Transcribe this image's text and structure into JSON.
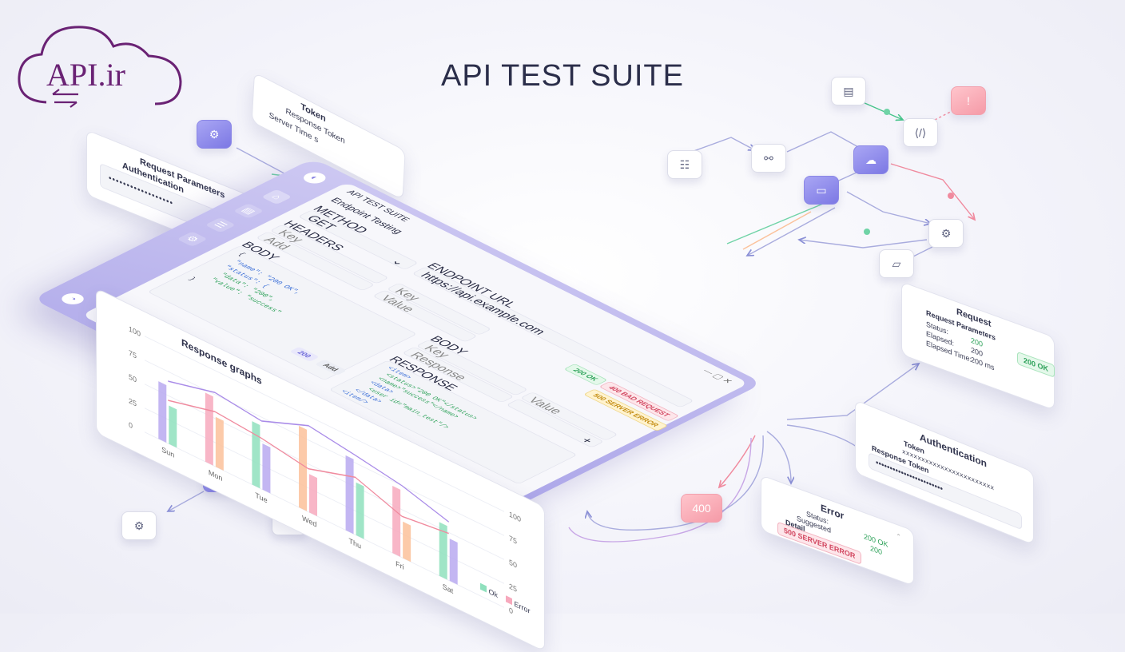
{
  "logo": {
    "text": "API.ir"
  },
  "page_title": "API TEST SUITE",
  "window": {
    "title": "API TEST SUITE",
    "heading": "Endpoint Testing",
    "method_label": "METHOD",
    "method_value": "GET",
    "endpoint_label": "ENDPOINT URL",
    "endpoint_value": "https://api.example.com",
    "headers_label": "HEADERS",
    "header_key": "Key",
    "header_add": "Add",
    "body_label": "BODY",
    "body_json_lines": [
      "{",
      "\"name\": \"200 OK\",",
      "\"status\": {",
      "\"data\": \"200\",",
      "\"value\": \"success\"",
      "}"
    ],
    "right_body_label": "BODY",
    "key_placeholder": "Key",
    "response_placeholder": "Response",
    "value_placeholder": "Value",
    "response_label": "RESPONSE",
    "response_xml_lines": [
      "<item>",
      "<status>\"200 OK\"</status>",
      "<name>\"success\"</name>",
      "<data>",
      "<user id=\"main_test\"/>",
      "</data>",
      "<item/>"
    ],
    "save_label": "200",
    "add_label": "Add",
    "status_badges": [
      {
        "label": "200 OK",
        "kind": "ok"
      },
      {
        "label": "400 BAD REQUEST",
        "kind": "bad"
      },
      {
        "label": "500 SERVER ERROR",
        "kind": "warn"
      }
    ],
    "add_symbol": "+"
  },
  "card_token": {
    "title": "Token",
    "line1": "Response Token",
    "line2": "Server Time s"
  },
  "card_request_params": {
    "title": "Request Parameters",
    "field_label": "Authentication",
    "field_value": "••••••••••••••••••"
  },
  "card_request_right": {
    "title": "Request",
    "sub": "Request Parameters",
    "rows": [
      {
        "label": "Status:",
        "value": "200"
      },
      {
        "label": "Elapsed:",
        "value": "200"
      },
      {
        "label": "Elapsed Time:",
        "value": "200 ms"
      }
    ],
    "badge": "200 OK"
  },
  "card_auth_right": {
    "title": "Authentication",
    "token_label": "Token",
    "token_value": "xxxxxxxxxxxxxxxxxxxxxxxx",
    "resp_label": "Response Token",
    "resp_value": "••••••••••••••••••••••••"
  },
  "card_error": {
    "title": "Error",
    "line1": "Status:",
    "line2": "Suggested",
    "line3": "Detail",
    "error_badge": "500 SERVER ERROR",
    "ok_label": "200 OK",
    "ok_sub": "200"
  },
  "node_400": "400",
  "chart_data": {
    "type": "bar",
    "title": "Response graphs",
    "categories": [
      "Sun",
      "Mon",
      "Tue",
      "Wed",
      "Thu",
      "Fri",
      "Sat"
    ],
    "y_left_ticks": [
      "100",
      "75",
      "50",
      "25",
      "0"
    ],
    "y_right_ticks": [
      "100",
      "75",
      "50",
      "25",
      "0"
    ],
    "legend": [
      "Ok",
      "Error"
    ],
    "series": [
      {
        "name": "Ok",
        "values": [
          60,
          72,
          66,
          85,
          78,
          70,
          56
        ]
      },
      {
        "name": "Error",
        "values": [
          40,
          52,
          48,
          40,
          55,
          38,
          44
        ]
      }
    ],
    "colors": {
      "purple": "#b9a9f0",
      "pink": "#f7a9bd",
      "green": "#8fe0bd",
      "orange": "#fbc19a"
    }
  },
  "colors": {
    "accent": "#7c78e4",
    "logo": "#6a2274",
    "ok": "#2ea25a",
    "error": "#d2465f",
    "warn": "#c48d12"
  }
}
